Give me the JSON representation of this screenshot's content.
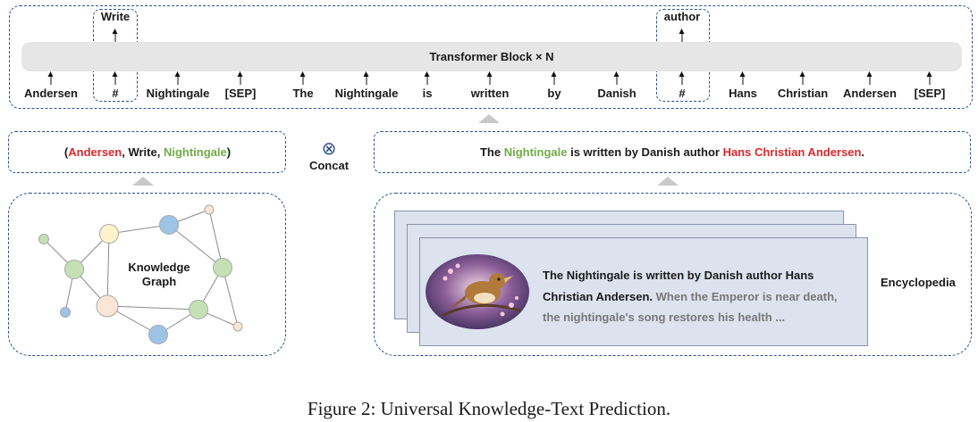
{
  "tokens": [
    "Andersen",
    "#",
    "Nightingale",
    "[SEP]",
    "The",
    "Nightingale",
    "is",
    "written",
    "by",
    "Danish",
    "#",
    "Hans",
    "Christian",
    "Andersen",
    "[SEP]"
  ],
  "outputs": {
    "write": "Write",
    "author": "author"
  },
  "transformer_label": "Transformer Block × N",
  "triple": {
    "open": "(",
    "head": "Andersen",
    "sep1": ", ",
    "relation": "Write",
    "sep2": ", ",
    "tail": "Nightingale",
    "close": ")"
  },
  "concat": {
    "symbol": "⊗",
    "label": "Concat"
  },
  "sentence": {
    "pre": "The ",
    "entity1": "Nightingale",
    "mid": " is written by Danish author ",
    "entity2": "Hans Christian Andersen",
    "post": "."
  },
  "kg_label": [
    "Knowledge",
    "Graph"
  ],
  "encyclopedia_label": "Encyclopedia",
  "card_text": {
    "line1": "The Nightingale is written by Danish author Hans",
    "line2_bold": "Christian Andersen.",
    "line2_gray": " When the Emperor is near death,",
    "line3_gray": "the nightingale's song restores his health ..."
  },
  "caption": "Figure 2: Universal Knowledge-Text Prediction.",
  "colors": {
    "red": "#e0262a",
    "green": "#70ad47",
    "border": "#2f4f8f",
    "blue_node": "#9dc3e6",
    "green_node": "#c5e0b4",
    "peach_node": "#fbe5d6",
    "yellow_node": "#fff2cc"
  }
}
